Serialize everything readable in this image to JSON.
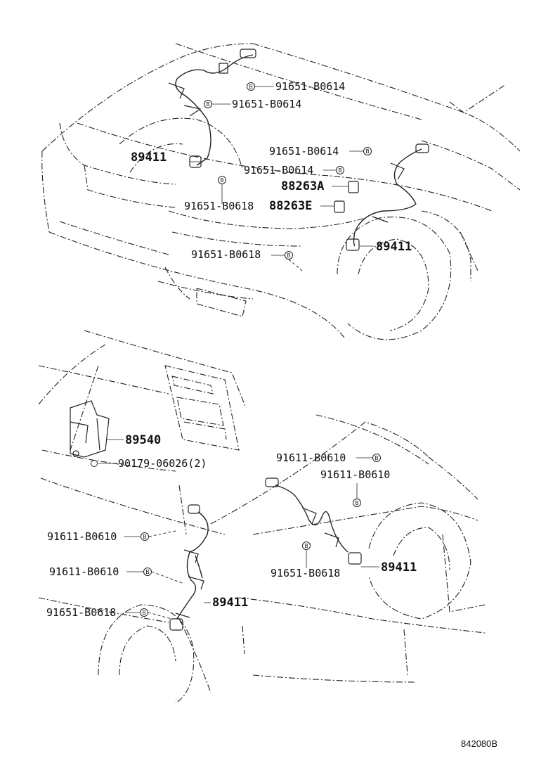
{
  "diagram_code": "842080B",
  "top_assembly": {
    "labels": {
      "b1": "91651-B0614",
      "b2": "91651-B0614",
      "b3": "91651-B0614",
      "b4": "91651-B0614",
      "sensor_left": "89411",
      "clamp_a": "88263A",
      "clamp_e": "88263E",
      "b5": "91651-B0618",
      "b6": "91651-B0618",
      "sensor_right": "89411"
    }
  },
  "bottom_assembly": {
    "labels": {
      "ecu": "89540",
      "ecu_nut": "90179-06026(2)",
      "b7": "91611-B0610",
      "b8": "91611-B0610",
      "b9": "91611-B0610",
      "b10": "91611-B0610",
      "b11": "91651-B0618",
      "b12": "91651-B0618",
      "sensor_rear_right": "89411",
      "sensor_rear_left": "89411"
    }
  }
}
